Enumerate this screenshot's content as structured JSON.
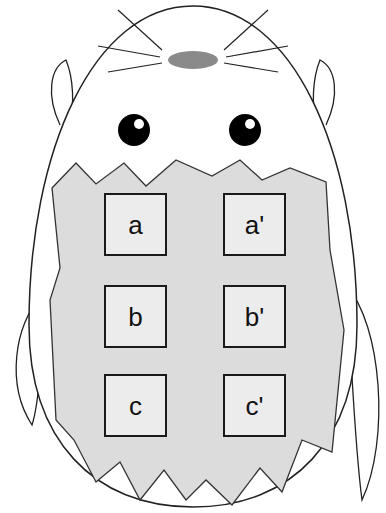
{
  "diagram": {
    "nodes": [
      {
        "text": [
          "a"
        ]
      },
      {
        "text": [
          "a'"
        ]
      },
      {
        "text": [
          "b"
        ]
      },
      {
        "text": [
          "b'"
        ]
      },
      {
        "text": [
          "c"
        ]
      },
      {
        "text": [
          "c'"
        ]
      }
    ]
  }
}
